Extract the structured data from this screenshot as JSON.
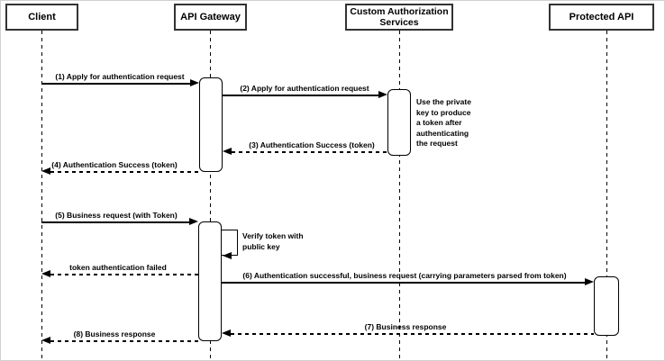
{
  "diagram_type": "sequence-diagram",
  "actors": {
    "client": "Client",
    "api_gateway": "API Gateway",
    "custom_auth": "Custom Authorization Services",
    "protected_api": "Protected API"
  },
  "messages": {
    "m1": "(1) Apply for authentication request",
    "m2": "(2) Apply for authentication request",
    "m3": "(3) Authentication Success (token)",
    "m4": "(4) Authentication Success (token)",
    "m5": "(5) Business request (with Token)",
    "self_note": "Verify token with public key",
    "auth_failed": "token authentication failed",
    "m6": "(6) Authentication successful, business request (carrying parameters parsed from token)",
    "m7": "(7) Business response",
    "m8": "(8) Business response"
  },
  "note": "Use the private key to produce a token after authenticating the request",
  "colors": {
    "line": "#000000",
    "actor_border": "#333333",
    "background": "#ffffff"
  }
}
